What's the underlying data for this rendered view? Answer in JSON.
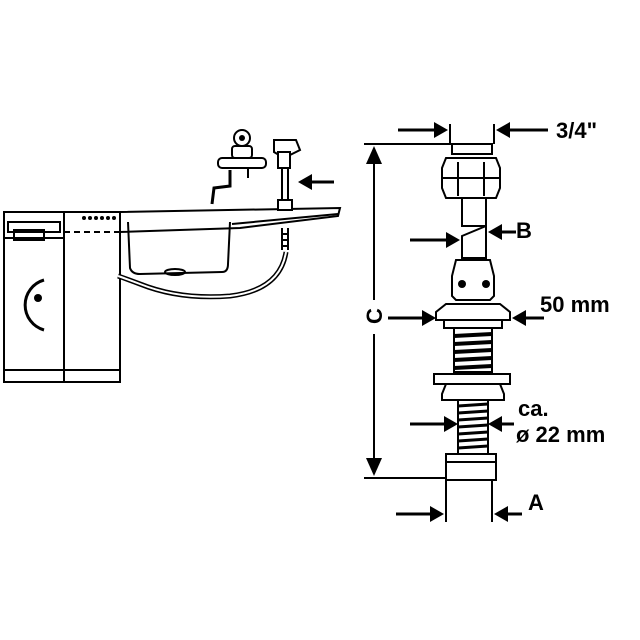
{
  "labels": {
    "thread_size": "3/4\"",
    "dim_b": "B",
    "dim_c": "C",
    "dim_a": "A",
    "plate_width": "50 mm",
    "diameter_line1": "ca.",
    "diameter_line2": "ø 22 mm"
  },
  "colors": {
    "ink": "#000000",
    "paper": "#ffffff"
  }
}
